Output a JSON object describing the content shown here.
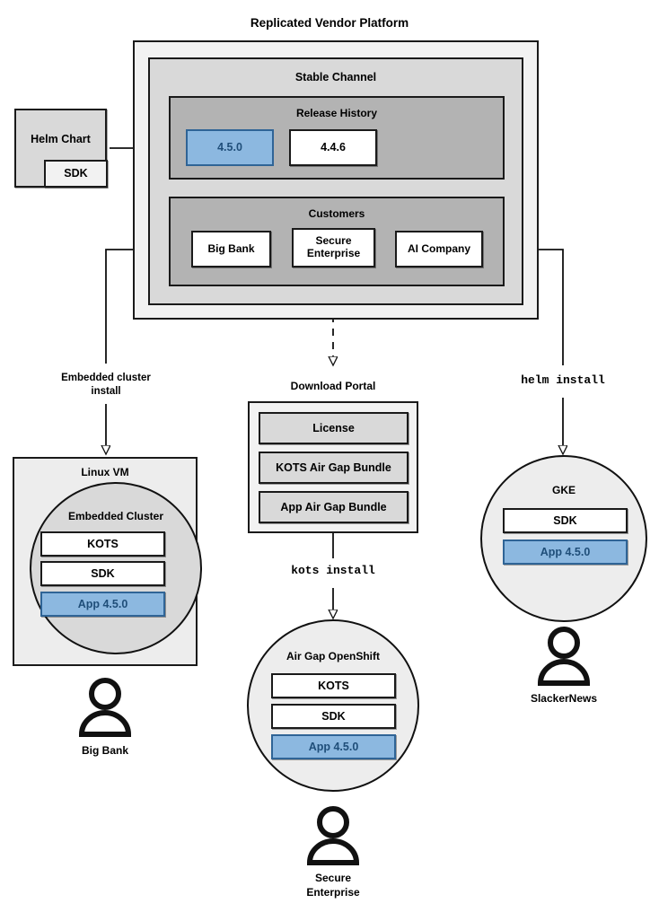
{
  "diagram": {
    "title": "Replicated Vendor Platform",
    "platform": {
      "stable_channel": {
        "title": "Stable Channel",
        "release_history": {
          "title": "Release History",
          "releases": [
            {
              "version": "4.5.0",
              "state": "current"
            },
            {
              "version": "4.4.6",
              "state": "previous"
            }
          ]
        },
        "customers": {
          "title": "Customers",
          "items": [
            "Big Bank",
            "Secure\nEnterprise",
            "AI Company"
          ],
          "item_0": "Big Bank",
          "item_1_line1": "Secure",
          "item_1_line2": "Enterprise",
          "item_2": "AI Company"
        }
      }
    },
    "source": {
      "helm_chart": "Helm Chart",
      "sdk": "SDK"
    },
    "edges": {
      "embedded_install_line1": "Embedded cluster",
      "embedded_install_line2": "install",
      "kots_install": "kots install",
      "helm_install": "helm install"
    },
    "download_portal": {
      "title": "Download Portal",
      "artifacts": [
        "License",
        "KOTS Air Gap Bundle",
        "App Air Gap Bundle"
      ],
      "artifact_0": "License",
      "artifact_1": "KOTS Air Gap Bundle",
      "artifact_2": "App Air Gap Bundle"
    },
    "targets": [
      {
        "host": "Linux VM",
        "cluster": "Embedded Cluster",
        "components": [
          "KOTS",
          "SDK",
          "App 4.5.0"
        ],
        "customer": "Big Bank"
      },
      {
        "host": "Air Gap OpenShift",
        "components": [
          "KOTS",
          "SDK",
          "App 4.5.0"
        ],
        "customer_line1": "Secure",
        "customer_line2": "Enterprise"
      },
      {
        "host": "GKE",
        "components": [
          "SDK",
          "App 4.5.0"
        ],
        "customer": "SlackerNews"
      }
    ],
    "colors": {
      "accent_blue_fill": "#8cb8e0",
      "accent_blue_stroke": "#2f6496",
      "accent_blue_text": "#1f4e79",
      "platform_bg": "#f2f2f2",
      "channel_bg": "#d9d9d9",
      "section_bg": "#b3b3b3",
      "stroke": "#1a1a1a"
    }
  }
}
